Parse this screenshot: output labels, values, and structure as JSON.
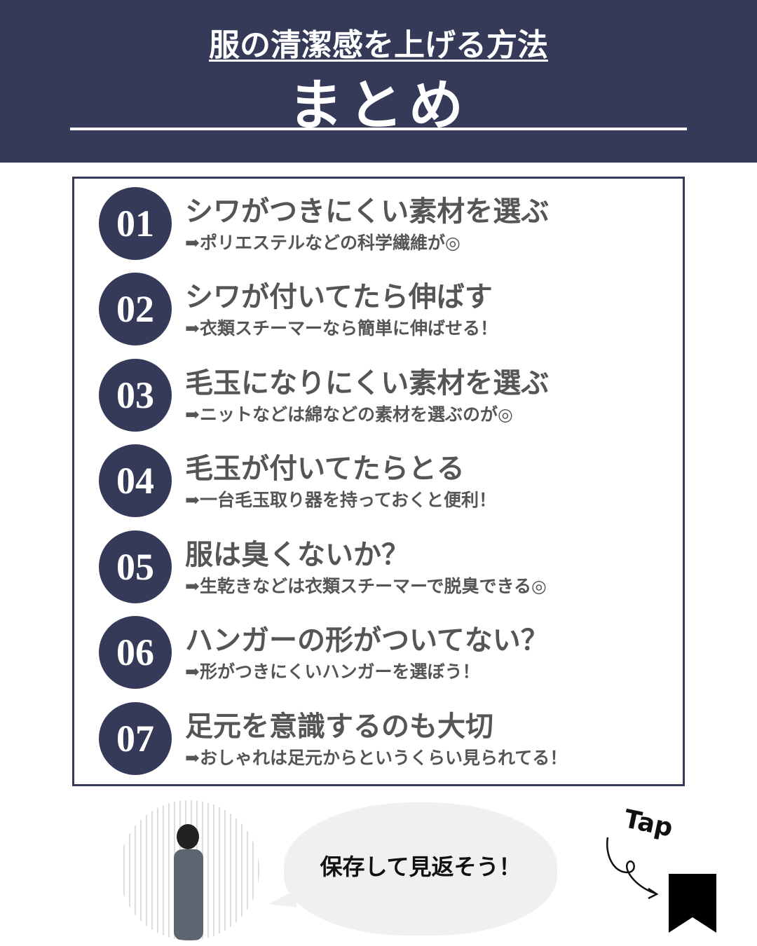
{
  "header": {
    "subtitle": "服の清潔感を上げる方法",
    "title": "まとめ"
  },
  "items": [
    {
      "num": "01",
      "title": "シワがつきにくい素材を選ぶ",
      "sub": "➡ポリエステルなどの科学繊維が◎"
    },
    {
      "num": "02",
      "title": "シワが付いてたら伸ばす",
      "sub": "➡衣類スチーマーなら簡単に伸ばせる！"
    },
    {
      "num": "03",
      "title": "毛玉になりにくい素材を選ぶ",
      "sub": "➡ニットなどは綿などの素材を選ぶのが◎"
    },
    {
      "num": "04",
      "title": "毛玉が付いてたらとる",
      "sub": "➡一台毛玉取り器を持っておくと便利！"
    },
    {
      "num": "05",
      "title": "服は臭くないか？",
      "sub": "➡生乾きなどは衣類スチーマーで脱臭できる◎"
    },
    {
      "num": "06",
      "title": "ハンガーの形がついてない？",
      "sub": "➡形がつきにくいハンガーを選ぼう！"
    },
    {
      "num": "07",
      "title": "足元を意識するのも大切",
      "sub": "➡おしゃれは足元からというくらい見られてる！"
    }
  ],
  "footer": {
    "bubble": "保存して見返そう！",
    "tap": "Tap"
  },
  "colors": {
    "navy": "#363a59",
    "text": "#555555",
    "bubble": "#f0f0f0"
  }
}
